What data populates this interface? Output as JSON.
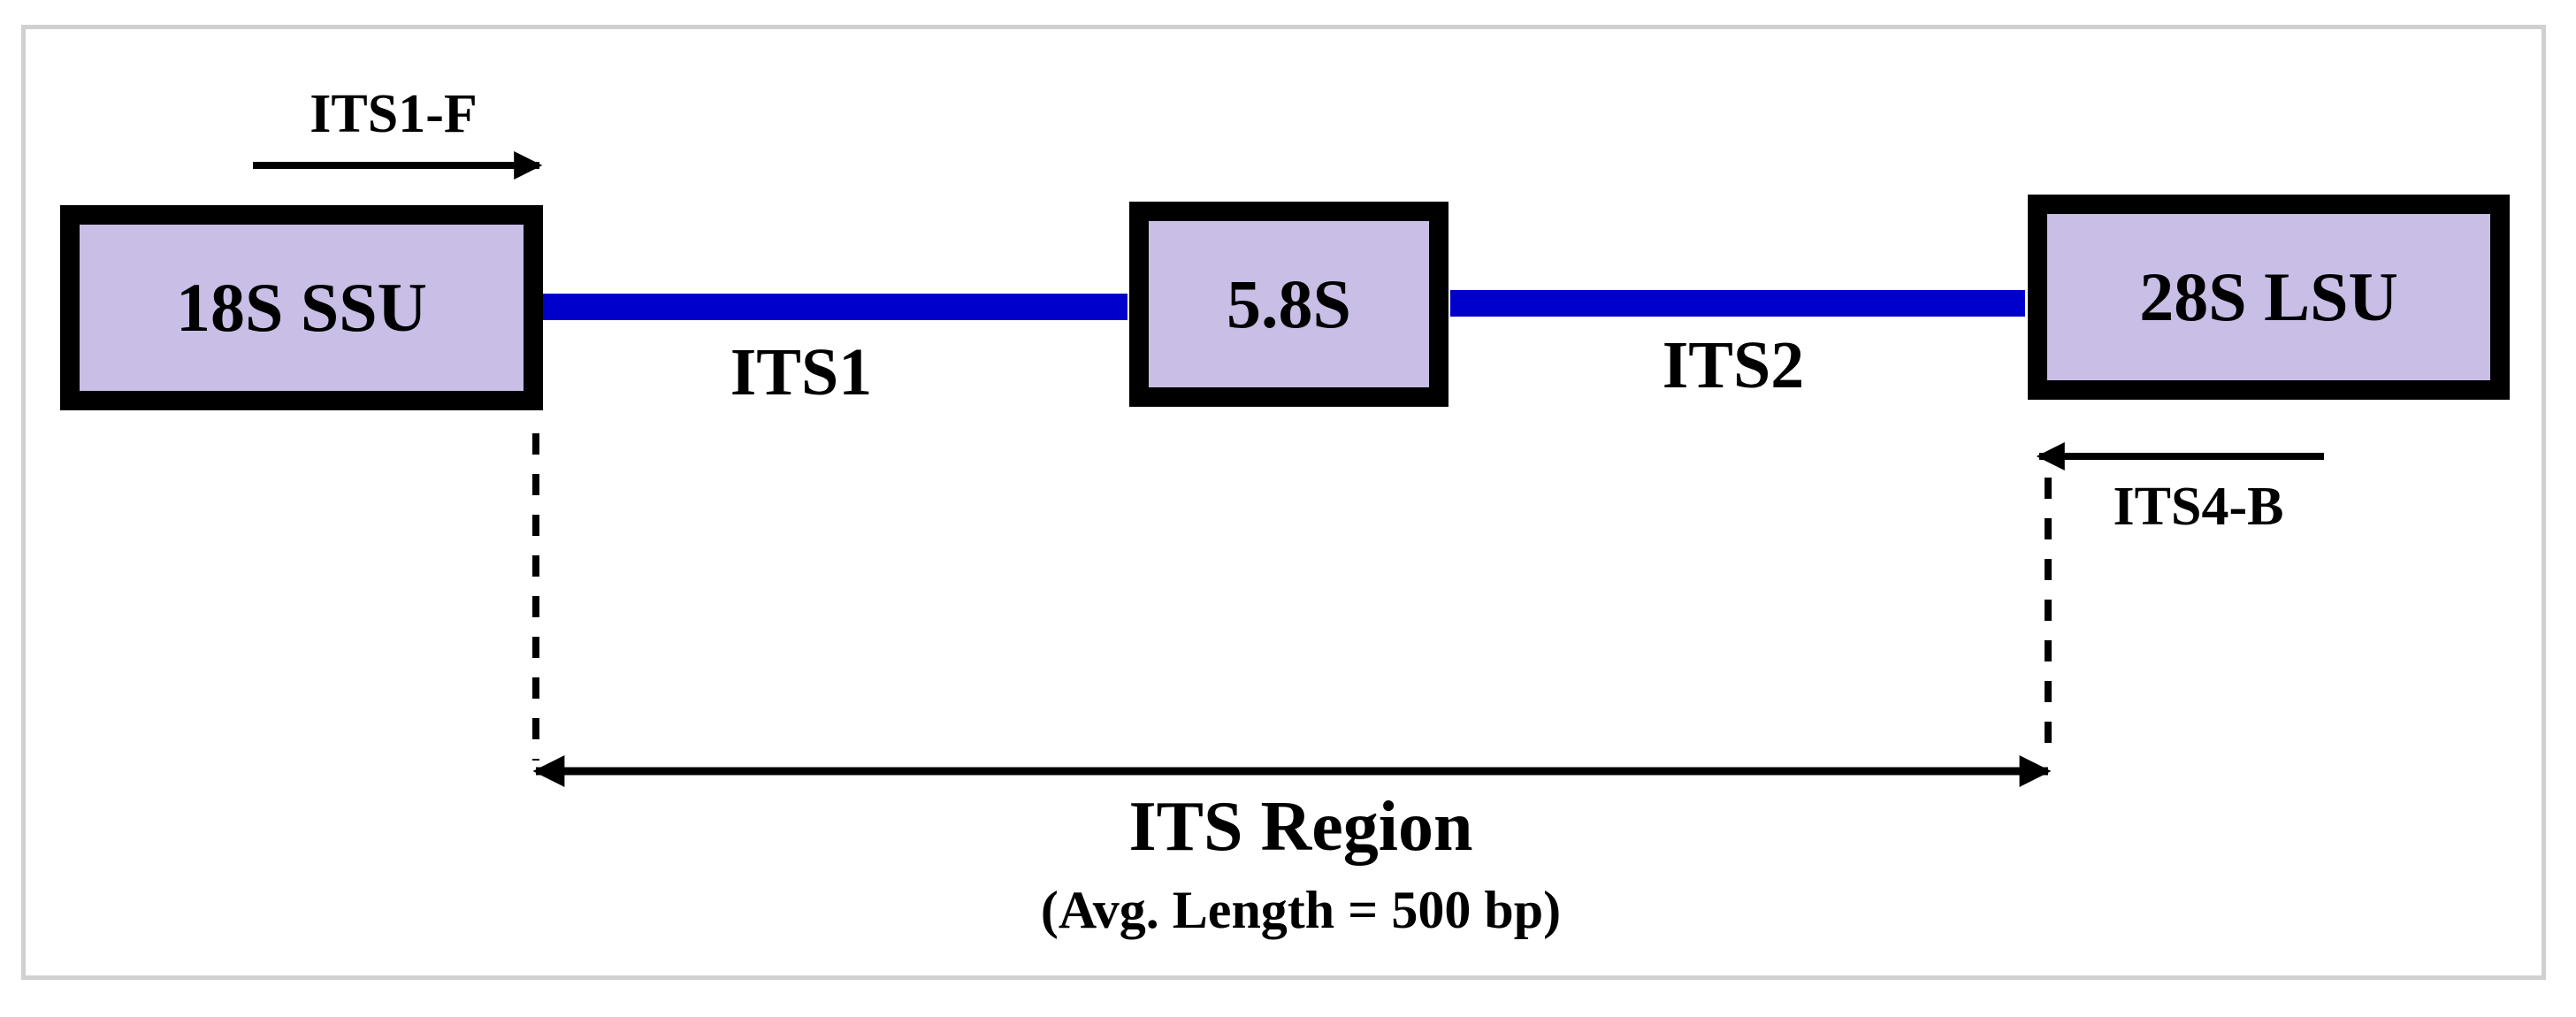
{
  "colors": {
    "box_fill": "#c8bee6",
    "box_border": "#000000",
    "spacer_line": "#0000cc"
  },
  "boxes": {
    "ssu": "18S SSU",
    "s58": "5.8S",
    "lsu": "28S LSU"
  },
  "spacers": {
    "its1": "ITS1",
    "its2": "ITS2"
  },
  "primers": {
    "forward": "ITS1-F",
    "reverse": "ITS4-B"
  },
  "region": {
    "title": "ITS Region",
    "subtitle": "(Avg. Length = 500 bp)"
  }
}
